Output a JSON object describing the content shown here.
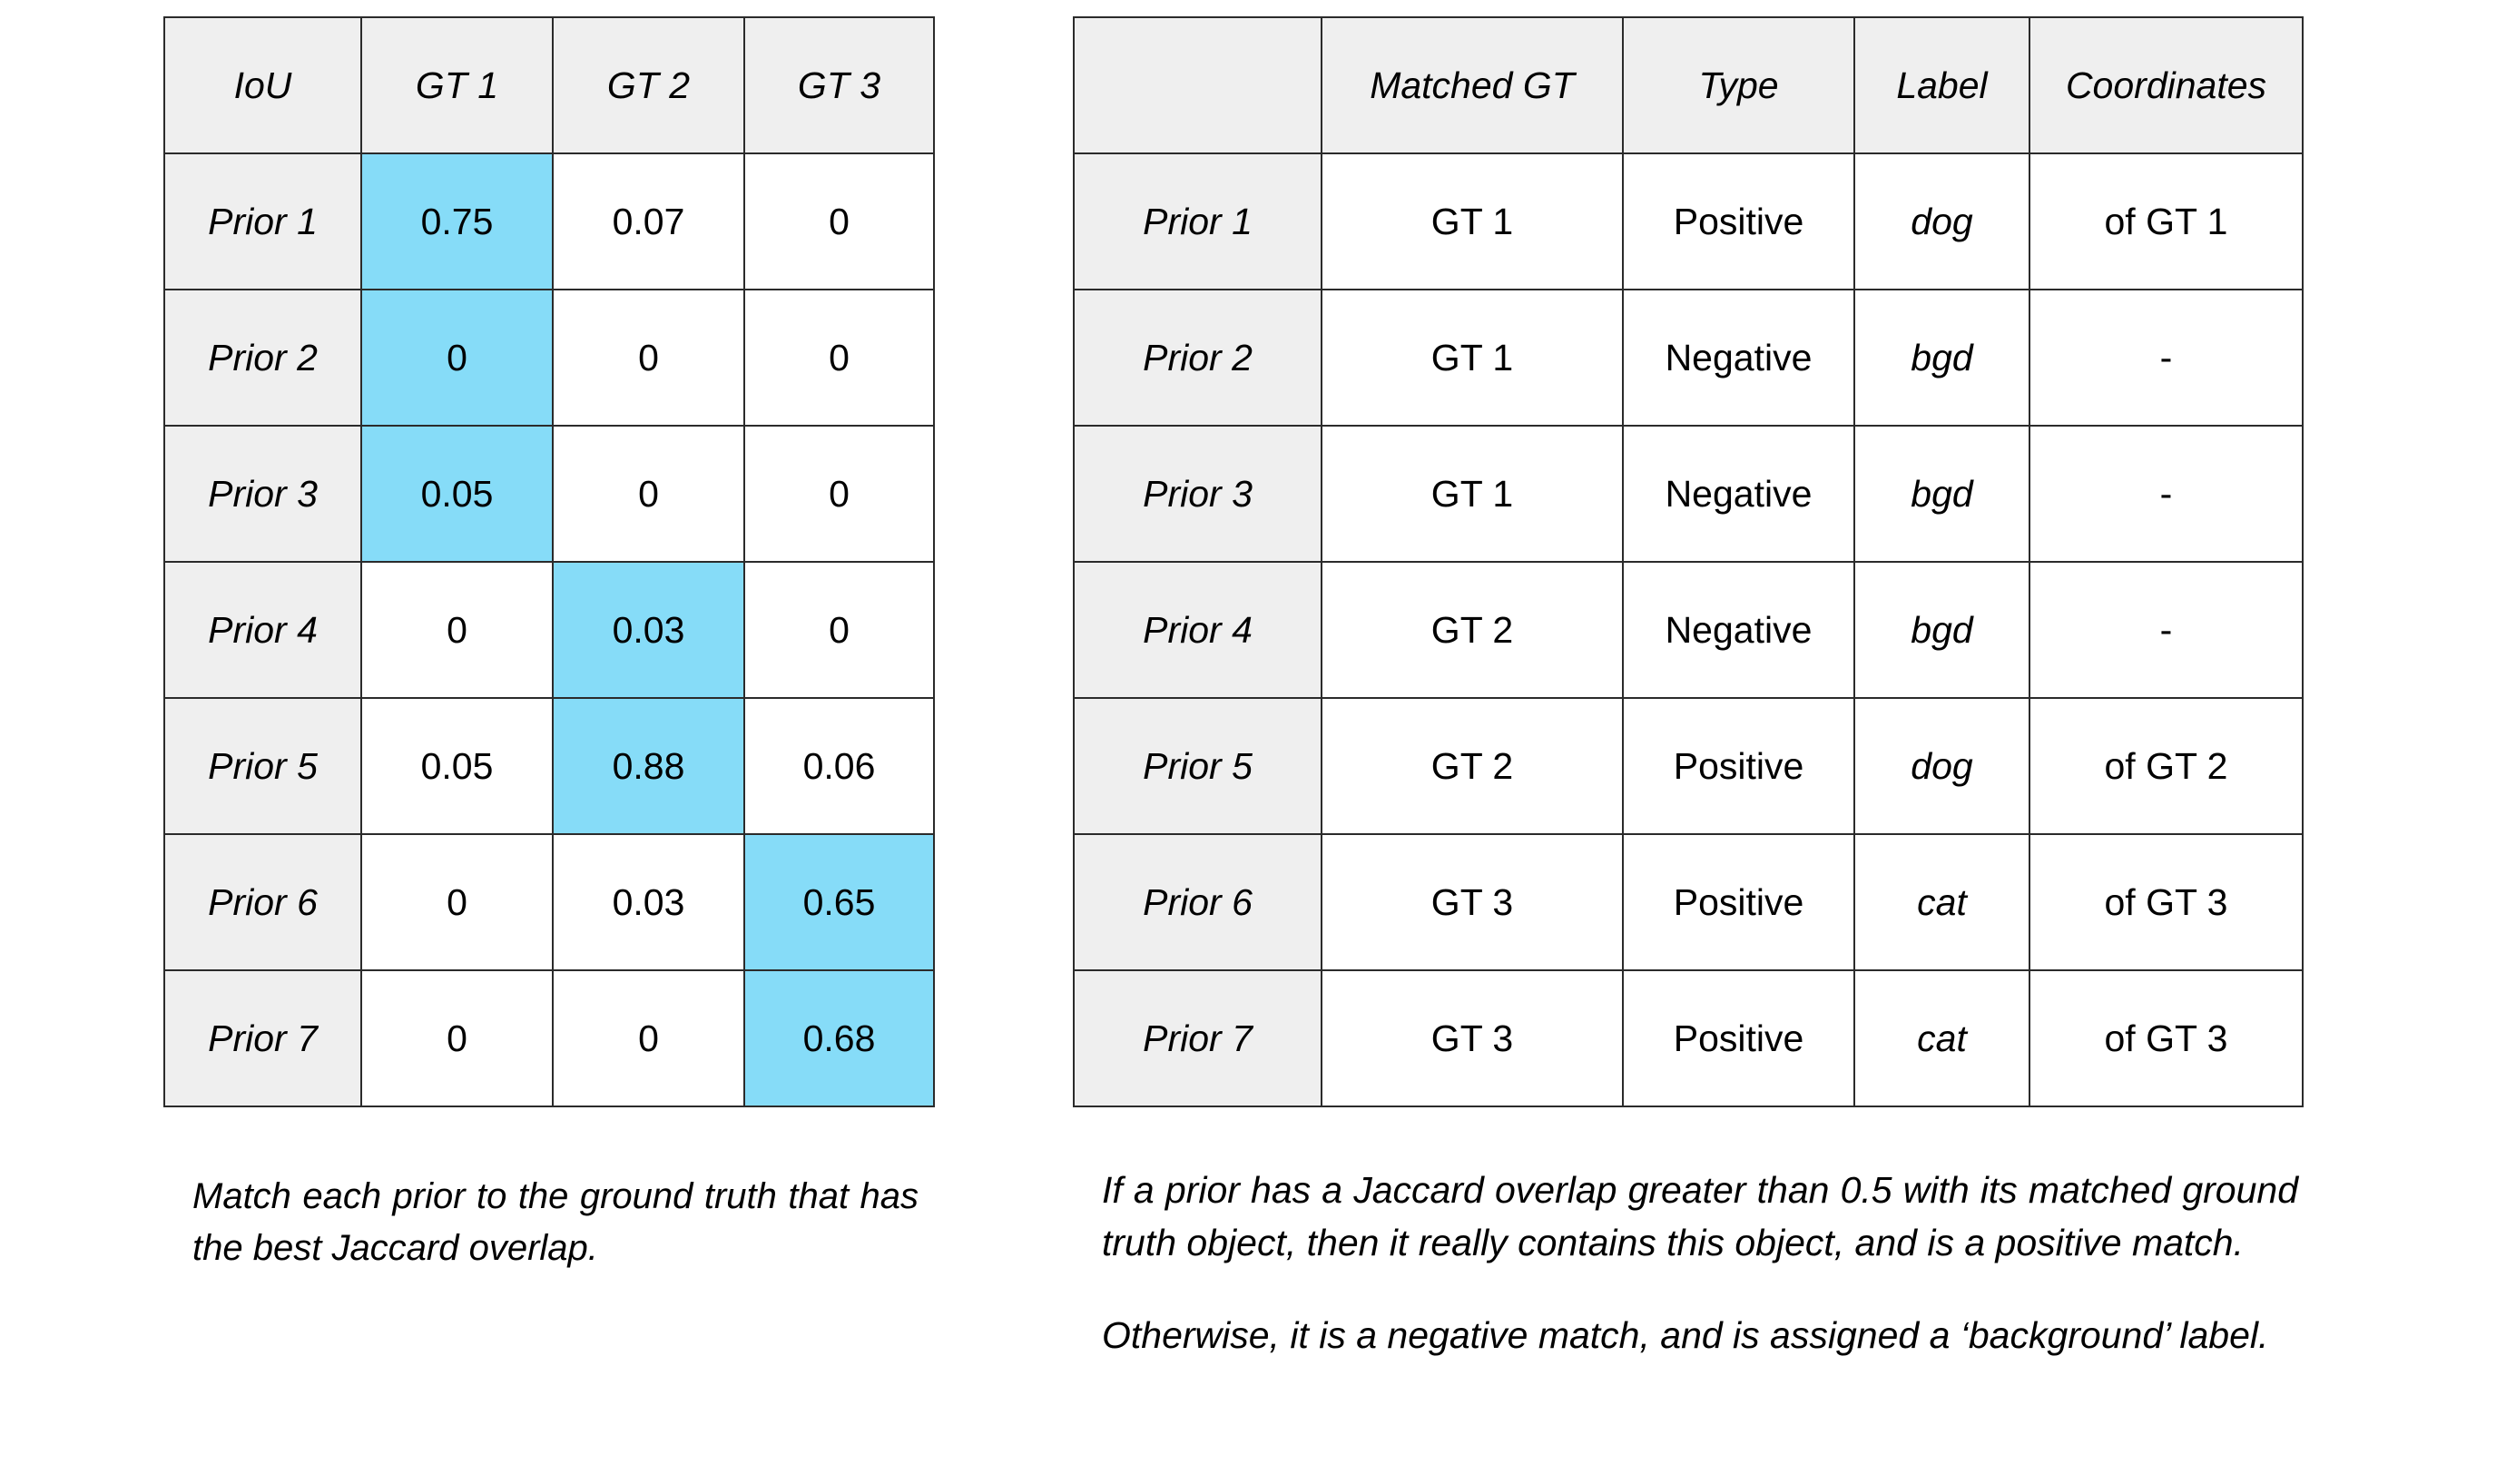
{
  "iou_table": {
    "name": "iou-matrix",
    "headers": [
      "IoU",
      "GT 1",
      "GT 2",
      "GT 3"
    ],
    "rows": [
      {
        "label": "Prior 1",
        "values": [
          "0.75",
          "0.07",
          "0"
        ],
        "highlight": 0
      },
      {
        "label": "Prior 2",
        "values": [
          "0",
          "0",
          "0"
        ],
        "highlight": 0
      },
      {
        "label": "Prior 3",
        "values": [
          "0.05",
          "0",
          "0"
        ],
        "highlight": 0
      },
      {
        "label": "Prior 4",
        "values": [
          "0",
          "0.03",
          "0"
        ],
        "highlight": 1
      },
      {
        "label": "Prior 5",
        "values": [
          "0.05",
          "0.88",
          "0.06"
        ],
        "highlight": 1
      },
      {
        "label": "Prior 6",
        "values": [
          "0",
          "0.03",
          "0.65"
        ],
        "highlight": 2
      },
      {
        "label": "Prior 7",
        "values": [
          "0",
          "0",
          "0.68"
        ],
        "highlight": 2
      }
    ],
    "highlight_color": "#86dcf8",
    "header_color": "#efefef",
    "border_color": "#2b2b2b"
  },
  "match_table": {
    "name": "match-results",
    "headers": [
      "",
      "Matched GT",
      "Type",
      "Label",
      "Coordinates"
    ],
    "rows": [
      {
        "label": "Prior 1",
        "matched_gt": "GT 1",
        "type": "Positive",
        "class_label": "dog",
        "coordinates": "of GT 1"
      },
      {
        "label": "Prior 2",
        "matched_gt": "GT 1",
        "type": "Negative",
        "class_label": "bgd",
        "coordinates": "-"
      },
      {
        "label": "Prior 3",
        "matched_gt": "GT 1",
        "type": "Negative",
        "class_label": "bgd",
        "coordinates": "-"
      },
      {
        "label": "Prior 4",
        "matched_gt": "GT 2",
        "type": "Negative",
        "class_label": "bgd",
        "coordinates": "-"
      },
      {
        "label": "Prior 5",
        "matched_gt": "GT 2",
        "type": "Positive",
        "class_label": "dog",
        "coordinates": "of GT 2"
      },
      {
        "label": "Prior 6",
        "matched_gt": "GT 3",
        "type": "Positive",
        "class_label": "cat",
        "coordinates": "of GT 3"
      },
      {
        "label": "Prior 7",
        "matched_gt": "GT 3",
        "type": "Positive",
        "class_label": "cat",
        "coordinates": "of GT 3"
      }
    ]
  },
  "captions": {
    "left": "Match each prior to the ground truth that has the best Jaccard overlap.",
    "right_paragraph_1": "If a prior has a Jaccard overlap greater than 0.5 with its matched ground truth object, then it really contains this object, and is a positive match.",
    "right_paragraph_2": "Otherwise, it is a negative match, and is assigned a ‘background’ label."
  }
}
